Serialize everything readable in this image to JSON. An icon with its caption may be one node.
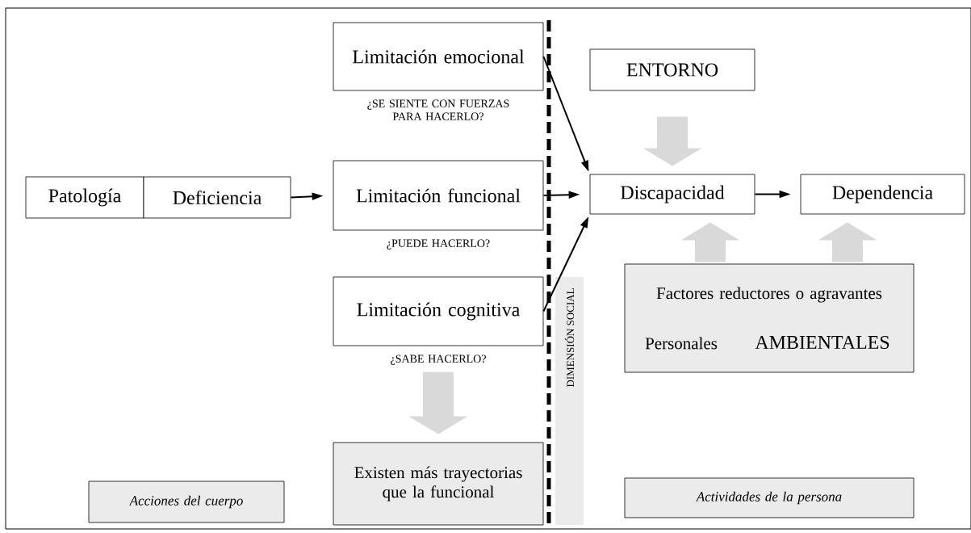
{
  "diagram": {
    "nodes": [
      {
        "text": [
          "Patología"
        ]
      },
      {
        "text": [
          "Deficiencia"
        ]
      },
      {
        "text": [
          "Limitación emocional"
        ],
        "beside": [
          "¿SE SIENTE CON FUERZAS PARA HACERLO?"
        ]
      },
      {
        "text": [
          "Limitación funcional"
        ],
        "beside": [
          "¿PUEDE HACERLO?"
        ]
      },
      {
        "text": [
          "Limitación cognitiva"
        ],
        "beside": [
          "¿SABE HACERLO?"
        ]
      },
      {
        "text": [
          "Existen más trayectorias que la funcional"
        ]
      },
      {
        "text": [
          "ENTORNO"
        ]
      },
      {
        "text": [
          "Discapacidad"
        ]
      },
      {
        "text": [
          "Dependencia"
        ]
      },
      {
        "text": [
          "Factores reductores o agravantes",
          "Personales",
          "AMBIENTALES"
        ]
      },
      {
        "text": [
          "Acciones del cuerpo"
        ]
      },
      {
        "text": [
          "Actividades de la persona"
        ]
      },
      {
        "text": [
          "DIMENSIÓN SOCIAL"
        ]
      }
    ],
    "edges": [
      {
        "from": 1,
        "to": 3,
        "arrow": "to"
      },
      {
        "from": 2,
        "to": 7,
        "arrow": "to"
      },
      {
        "from": 3,
        "to": 7,
        "arrow": "to"
      },
      {
        "from": 4,
        "to": 7,
        "arrow": "to"
      },
      {
        "from": 7,
        "to": 8,
        "arrow": "to"
      },
      {
        "from": 6,
        "to": 7,
        "arrow": "to",
        "style": "thick",
        "color": "#d9d9d9"
      },
      {
        "from": 4,
        "to": 5,
        "arrow": "to",
        "style": "thick",
        "color": "#d9d9d9"
      },
      {
        "from": 9,
        "to": 7,
        "arrow": "to",
        "style": "thick",
        "color": "#d9d9d9"
      },
      {
        "from": 9,
        "to": 8,
        "arrow": "to",
        "style": "thick",
        "color": "#d9d9d9"
      }
    ]
  }
}
